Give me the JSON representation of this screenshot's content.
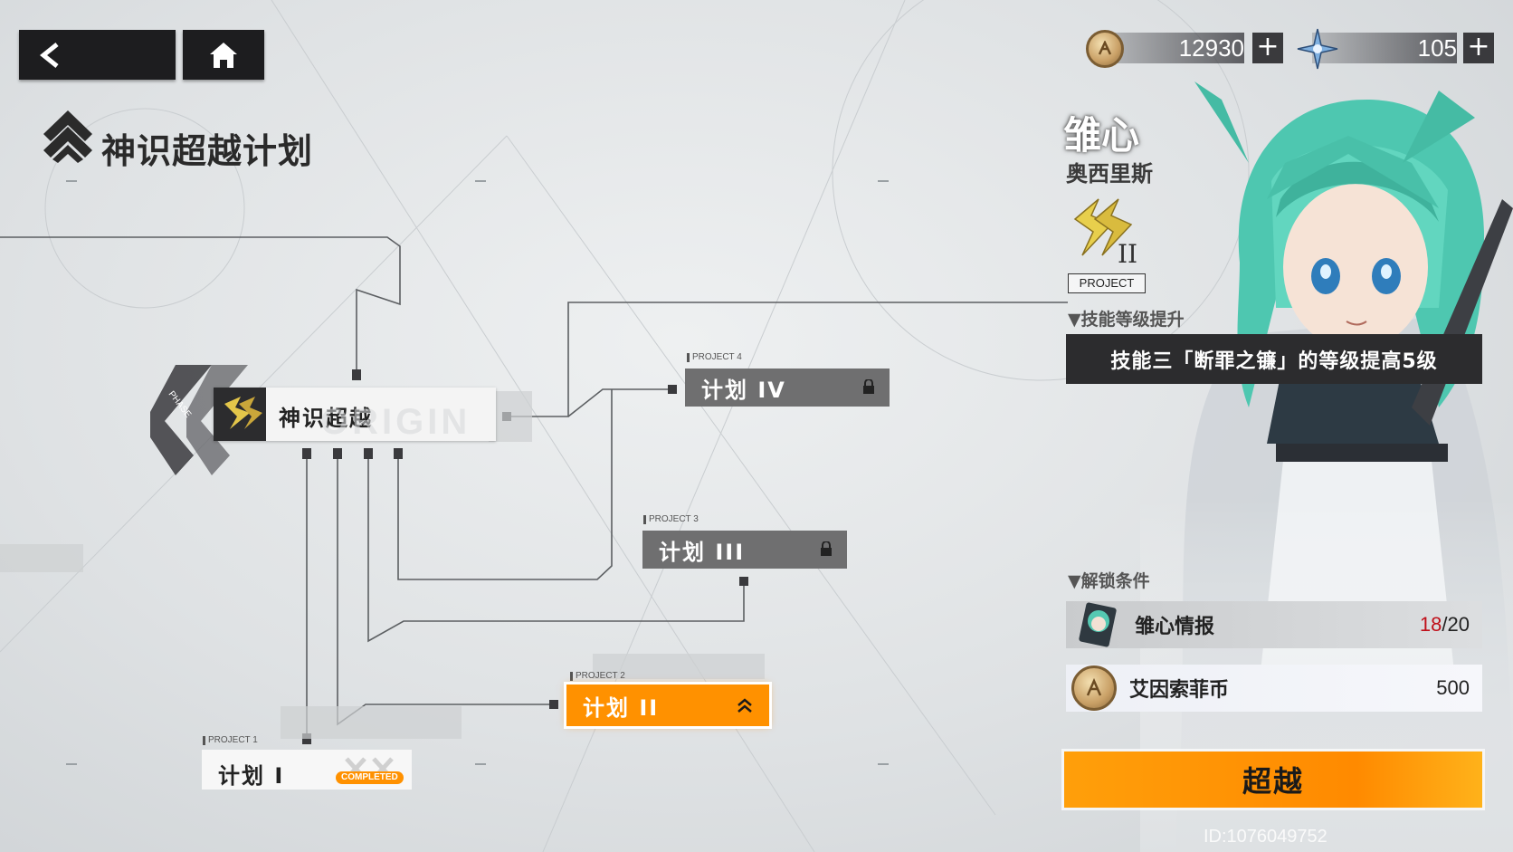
{
  "nav": {
    "back_icon": "back-arrow-icon",
    "home_icon": "home-icon"
  },
  "page": {
    "title": "神识超越计划"
  },
  "currency": {
    "coins": {
      "icon": "coin-icon",
      "value": "12930",
      "plus": "+"
    },
    "crystals": {
      "icon": "star-crystal-icon",
      "value": "105",
      "plus": "+"
    }
  },
  "tree": {
    "root": {
      "label": "神识超越",
      "watermark": "ORIGIN",
      "phase": "PHASE"
    },
    "nodes": [
      {
        "tag": "PROJECT 4",
        "label": "计划 IV",
        "state": "locked"
      },
      {
        "tag": "PROJECT 3",
        "label": "计划 III",
        "state": "locked"
      },
      {
        "tag": "PROJECT 2",
        "label": "计划 II",
        "state": "available"
      },
      {
        "tag": "PROJECT 1",
        "label": "计划 I",
        "state": "completed",
        "badge": "COMPLETED"
      }
    ]
  },
  "character": {
    "name": "雏心",
    "subname": "奥西里斯",
    "rank_numeral": "II",
    "project_tag": "PROJECT"
  },
  "skill": {
    "heading": "▼技能等级提升",
    "text": "技能三「断罪之镰」的等级提高5级"
  },
  "unlock": {
    "heading": "▼解锁条件",
    "items": [
      {
        "label": "雏心情报",
        "have": "18",
        "sep": "/",
        "need": "20",
        "icon": "character-card-icon"
      },
      {
        "label": "艾因索菲币",
        "count": "500",
        "icon": "coin-icon"
      }
    ]
  },
  "action": {
    "label": "超越"
  },
  "footer": {
    "uid": "ID:1076049752"
  },
  "colors": {
    "accent": "#ff9100",
    "dark": "#1d1d1f",
    "locked": "#6f6f70",
    "warn": "#c0101a"
  }
}
